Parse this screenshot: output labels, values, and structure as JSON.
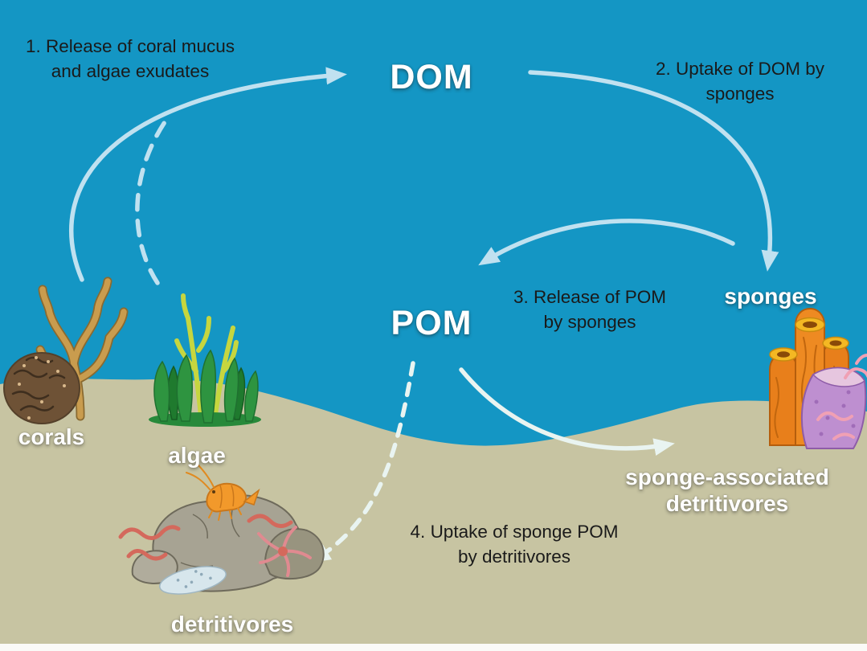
{
  "nodes": {
    "dom": "DOM",
    "pom": "POM",
    "sponges": "sponges",
    "corals": "corals",
    "algae": "algae",
    "detritivores": "detritivores",
    "sponge_associated": {
      "line1": "sponge-associated",
      "line2": "detritivores"
    }
  },
  "steps": {
    "step1": {
      "line1": "1. Release of coral mucus",
      "line2": "and algae exudates"
    },
    "step2": {
      "line1": "2. Uptake of DOM by",
      "line2": "sponges"
    },
    "step3": {
      "line1": "3. Release of POM",
      "line2": "by sponges"
    },
    "step4": {
      "line1": "4. Uptake of sponge POM",
      "line2": "by detritivores"
    }
  },
  "colors": {
    "ocean": "#1496C4",
    "sand": "#C7C4A2",
    "arrow_blue": "#C0E1F0",
    "arrow_white": "#E9F4F1",
    "label_text": "#FFFFFF",
    "annotation_text": "#1A1A1A",
    "tube_sponge_orange": "#E87F1B",
    "vase_sponge_purple": "#BE8FD0",
    "algae_green": "#2E9440",
    "coral_tan": "#C99C4E"
  }
}
